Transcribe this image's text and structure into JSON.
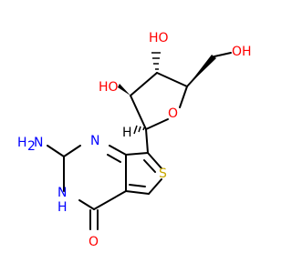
{
  "colors": {
    "bond": "#000000",
    "oxygen": "#ff0000",
    "nitrogen": "#0000ff",
    "sulfur": "#c8a800",
    "background": "#ffffff"
  },
  "labels": {
    "nh2": "H2N",
    "nh2_prefix": "H",
    "nh2_sub": "2",
    "nh2_suffix": "N",
    "n1": "N",
    "n3": "N",
    "nh": "H",
    "o_carbonyl": "O",
    "s": "S",
    "o_ring": "O",
    "oh_2": "HO",
    "oh_3": "HO",
    "oh_5": "OH",
    "h_c1": "H"
  }
}
